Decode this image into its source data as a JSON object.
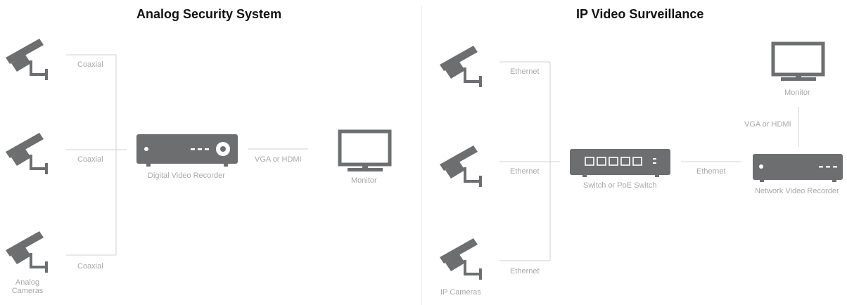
{
  "left": {
    "title": "Analog Security System",
    "links": [
      "Coaxial",
      "Coaxial",
      "Coaxial"
    ],
    "dvr_label": "Digital Video Recorder",
    "out_link": "VGA or HDMI",
    "monitor_label": "Monitor",
    "cameras_label_line1": "Analog",
    "cameras_label_line2": "Cameras"
  },
  "right": {
    "title": "IP Video Surveillance",
    "links": [
      "Ethernet",
      "Ethernet",
      "Ethernet"
    ],
    "switch_label": "Switch or PoE Switch",
    "switch_link": "Ethernet",
    "nvr_label": "Network Video Recorder",
    "out_link": "VGA or HDMI",
    "monitor_label": "Monitor",
    "cameras_label": "IP Cameras"
  },
  "colors": {
    "device": "#6d6e70",
    "line": "#d0d0d0",
    "text": "#a8a8a8",
    "title": "#111111"
  },
  "icons": [
    "camera-icon",
    "dvr-icon",
    "monitor-icon",
    "switch-icon",
    "nvr-icon"
  ]
}
